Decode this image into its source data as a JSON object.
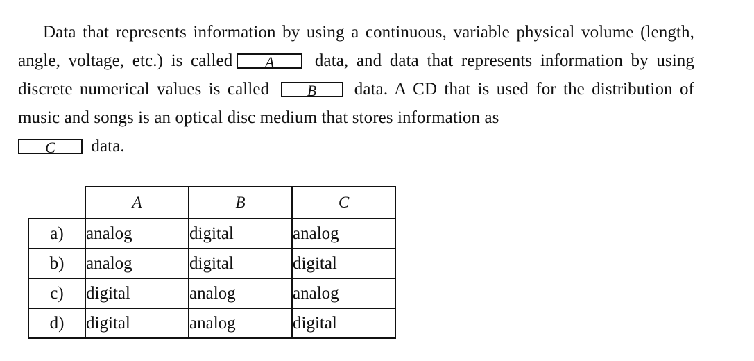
{
  "question": {
    "part1": "Data that represents information by using a continuous, variable physical volume (length, angle, voltage, etc.) is called",
    "blank_a": "A",
    "part2": "data, and data that represents information by using discrete numerical values is called",
    "blank_b": "B",
    "part3": "data. A CD that is used for the distribution of music and songs is an optical disc medium that stores information as",
    "blank_c": "C",
    "part4": "data."
  },
  "table": {
    "headers": [
      "A",
      "B",
      "C"
    ],
    "rows": [
      {
        "label": "a)",
        "values": [
          "analog",
          "digital",
          "analog"
        ]
      },
      {
        "label": "b)",
        "values": [
          "analog",
          "digital",
          "digital"
        ]
      },
      {
        "label": "c)",
        "values": [
          "digital",
          "analog",
          "analog"
        ]
      },
      {
        "label": "d)",
        "values": [
          "digital",
          "analog",
          "digital"
        ]
      }
    ]
  }
}
